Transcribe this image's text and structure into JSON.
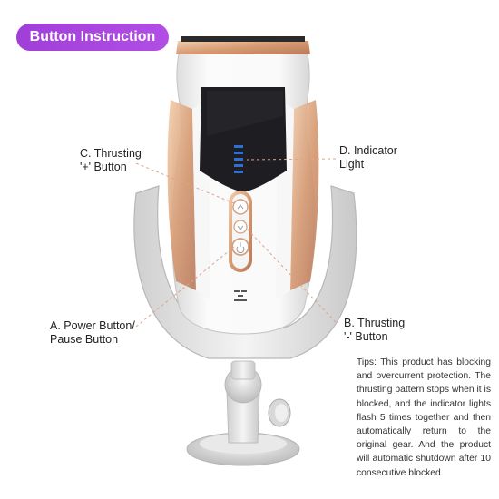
{
  "badge": {
    "text": "Button Instruction"
  },
  "labels": {
    "c": "C. Thrusting\n'+' Button",
    "d": "D. Indicator\nLight",
    "a": "A. Power Button/\nPause Button",
    "b": "B. Thrusting\n'-' Button"
  },
  "tips": "Tips: This product has blocking and overcurrent protection. The thrusting pattern stops when it is blocked, and the indicator lights flash 5 times together and then automatically return to the original gear. And the product will automatic shutdown after 10 consecutive blocked.",
  "colors": {
    "accent": "#a840dc",
    "rose_gold": "#d9a07e",
    "body": "#f2f2f2",
    "screen": "#1e1e22",
    "indicator": "#2e6fd6"
  },
  "indicator": {
    "lit_count": 5
  }
}
